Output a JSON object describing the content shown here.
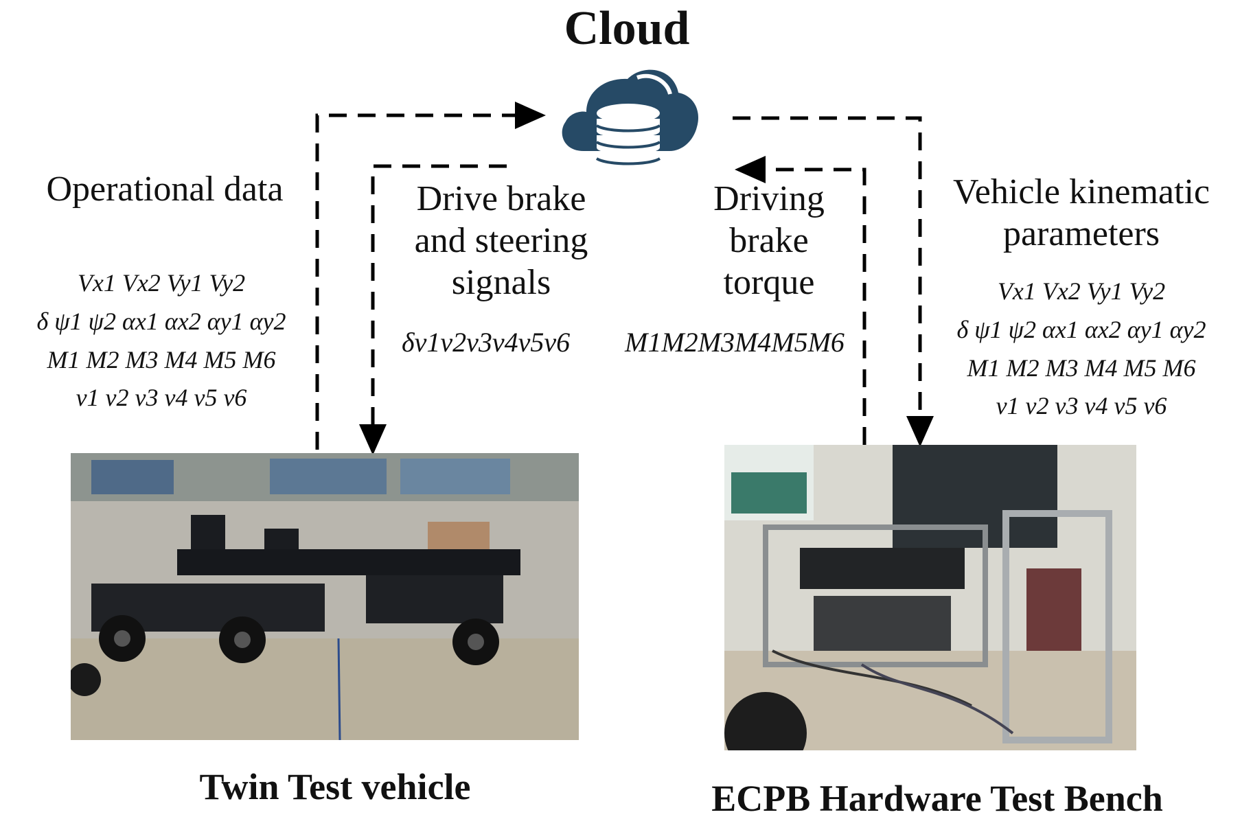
{
  "title": "Cloud",
  "icons": {
    "cloud": "cloud-database-icon"
  },
  "colors": {
    "cloud_icon": "#264a66",
    "arrows": "#000000"
  },
  "left_block": {
    "label": "Operational data",
    "vars": [
      "Vx1 Vx2 Vy1 Vy2",
      "δ ψ1 ψ2 αx1 αx2 αy1 αy2",
      "M1 M2 M3 M4 M5 M6",
      "v1 v2 v3 v4 v5 v6"
    ]
  },
  "mid_left_block": {
    "label_lines": [
      "Drive brake",
      "and steering",
      "signals"
    ],
    "vars": "δv1v2v3v4v5v6"
  },
  "mid_right_block": {
    "label_lines": [
      "Driving",
      "brake",
      "torque"
    ],
    "vars": "M1M2M3M4M5M6"
  },
  "right_block": {
    "label_lines": [
      "Vehicle kinematic",
      "parameters"
    ],
    "vars": [
      "Vx1 Vx2 Vy1 Vy2",
      "δ ψ1 ψ2 αx1 αx2 αy1 αy2",
      "M1 M2 M3 M4 M5 M6",
      "v1 v2 v3 v4 v5 v6"
    ]
  },
  "captions": {
    "left": "Twin Test vehicle",
    "right": "ECPB Hardware Test Bench"
  }
}
